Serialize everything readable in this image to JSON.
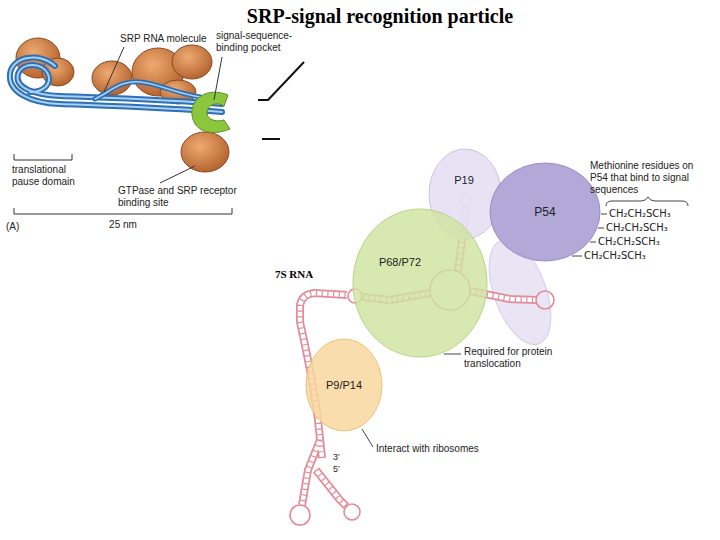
{
  "diagram": {
    "title": "SRP-signal recognition particle",
    "nodes": [
      {
        "text": [
          "P19"
        ]
      },
      {
        "text": [
          "P54"
        ]
      },
      {
        "text": [
          "P68/P72"
        ]
      },
      {
        "text": [
          "P9/P14"
        ]
      }
    ],
    "labels": [
      "SRP RNA molecule",
      "signal-sequence-binding pocket",
      "translational pause domain",
      "GTPase and SRP receptor binding site",
      "(A)",
      "25 nm",
      "Methionine residues on P54 that bind to signal sequences",
      "CH₂CH₂SCH₃",
      "CH₂CH₂SCH₃",
      "CH₂CH₂SCH₃",
      "CH₂CH₂SCH₃",
      "7S RNA",
      "Required for protein translocation",
      "Interact with ribosomes",
      "3′",
      "5′"
    ]
  }
}
